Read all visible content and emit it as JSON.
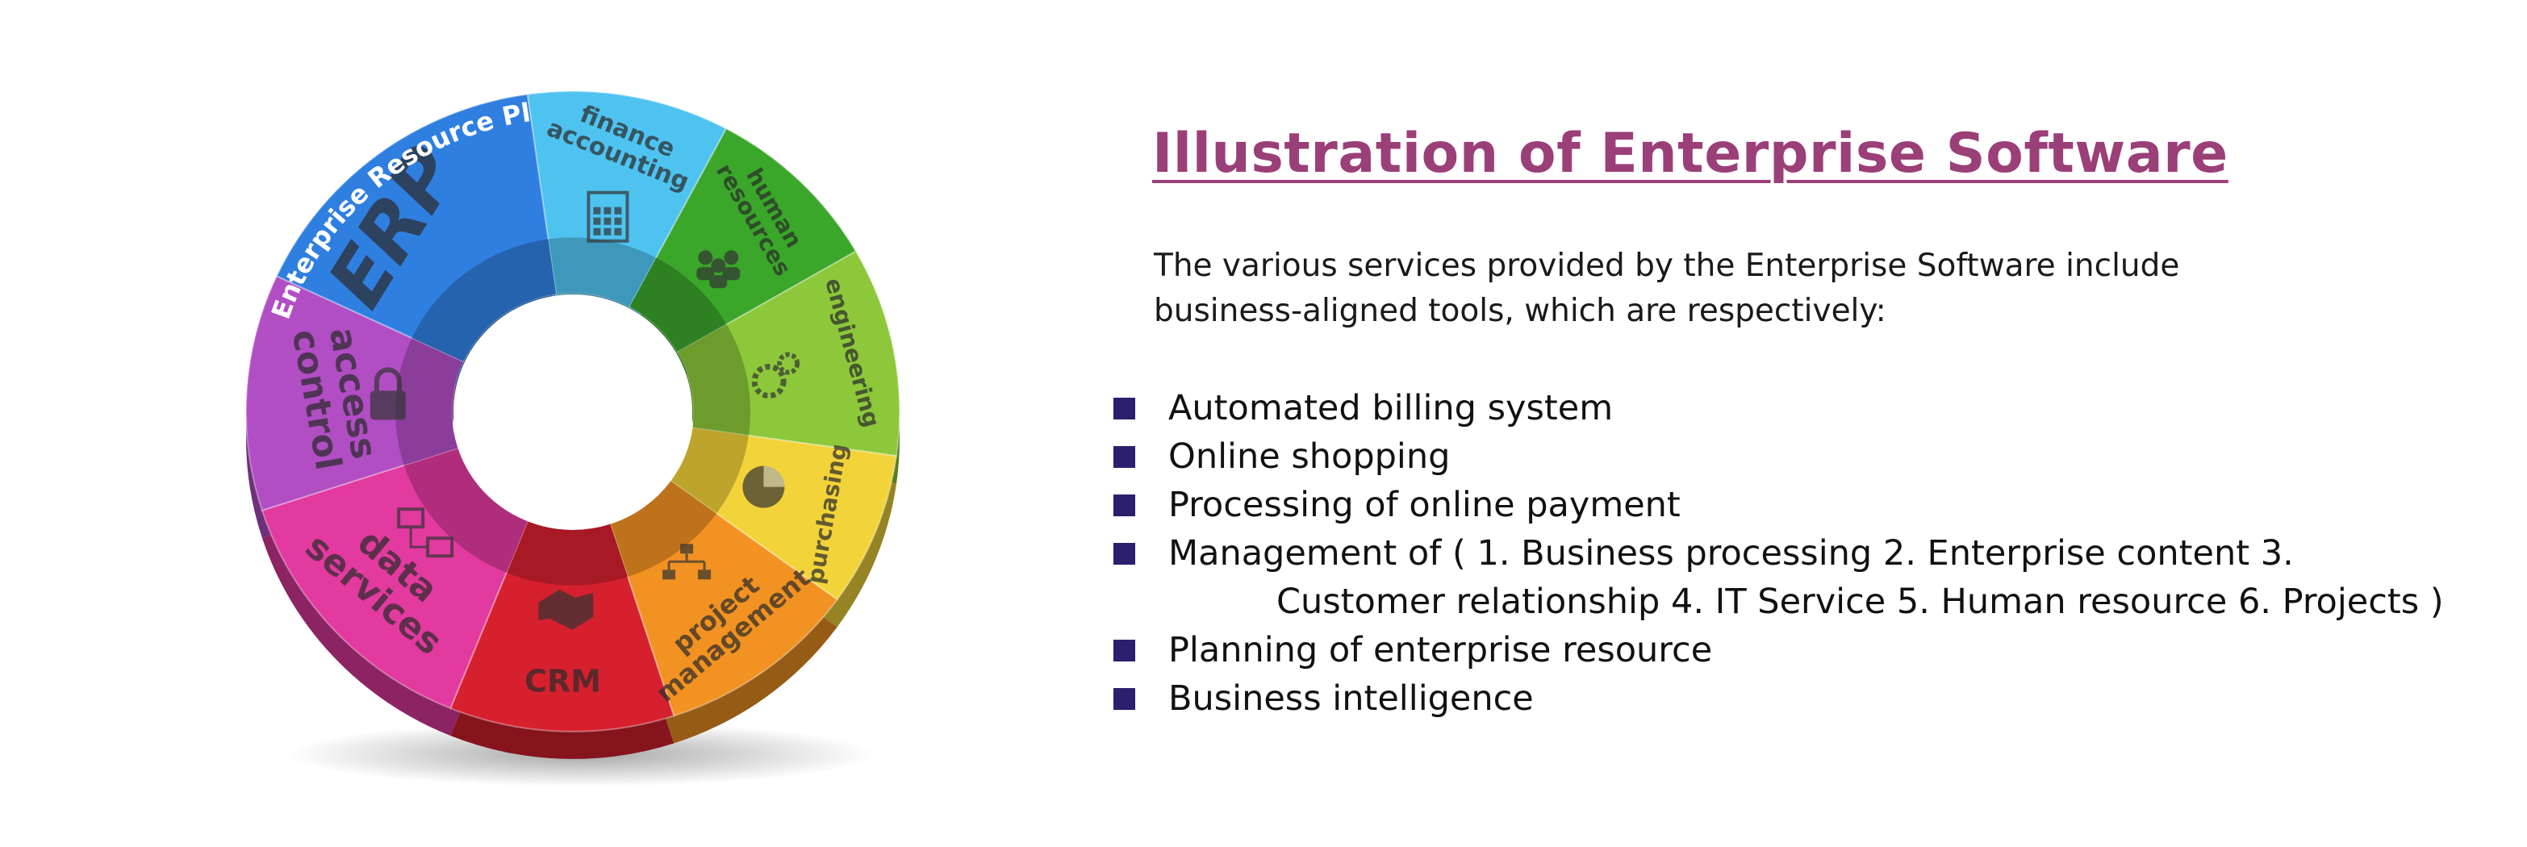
{
  "page": {
    "title": "Illustration of Enterprise Software",
    "intro": "The various services provided by the Enterprise Software include business-aligned tools, which are respectively:",
    "services": [
      {
        "text": "Automated billing system"
      },
      {
        "text": "Online shopping"
      },
      {
        "text": "Processing of online payment"
      },
      {
        "text": "Management of ( 1. Business processing 2. Enterprise content 3.",
        "continuation": "Customer relationship 4. IT Service 5. Human resource 6. Projects )"
      },
      {
        "text": "Planning of enterprise resource"
      },
      {
        "text": "Business intelligence"
      }
    ],
    "bullet_color": "#2b1f6e",
    "title_color": "#9b3f78"
  },
  "wheel": {
    "center": {
      "acronym": "ERP",
      "subtitle": "Enterprise Resource Planning"
    },
    "segments": [
      {
        "id": "finance",
        "label_lines": [
          "finance",
          "accounting"
        ],
        "icon": "calculator-icon",
        "color": "#4fc3f0"
      },
      {
        "id": "hr",
        "label_lines": [
          "human",
          "resources"
        ],
        "icon": "people-icon",
        "color": "#3aa62a"
      },
      {
        "id": "engineering",
        "label_lines": [
          "engineering"
        ],
        "icon": "gears-icon",
        "color": "#8cc83a"
      },
      {
        "id": "purchasing",
        "label_lines": [
          "purchasing"
        ],
        "icon": "pie-chart-icon",
        "color": "#f2d43a"
      },
      {
        "id": "project",
        "label_lines": [
          "project",
          "management"
        ],
        "icon": "org-chart-icon",
        "color": "#f29222"
      },
      {
        "id": "crm",
        "label_lines": [
          "CRM"
        ],
        "icon": "handshake-icon",
        "color": "#d6202e"
      },
      {
        "id": "data",
        "label_lines": [
          "data",
          "services"
        ],
        "icon": "network-icon",
        "color": "#e23a9f"
      },
      {
        "id": "access",
        "label_lines": [
          "access",
          "control"
        ],
        "icon": "lock-icon",
        "color": "#b14ec4"
      },
      {
        "id": "erp",
        "label_lines": [
          "ERP"
        ],
        "icon": "",
        "color": "#2f7fe0"
      }
    ]
  }
}
